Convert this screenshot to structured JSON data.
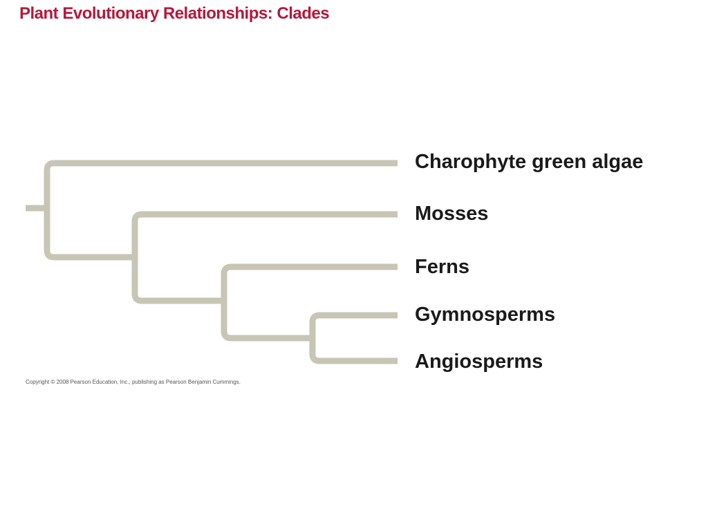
{
  "slide": {
    "title": "Plant Evolutionary Relationships: Clades",
    "copyright": "Copyright © 2008 Pearson Education, Inc., publishing as Pearson Benjamin Cummings."
  },
  "tree": {
    "branch_color": "#c7c5b4",
    "title_color": "#b5183a",
    "taxa": [
      {
        "id": "charophytes",
        "label": "Charophyte green algae"
      },
      {
        "id": "mosses",
        "label": "Mosses"
      },
      {
        "id": "ferns",
        "label": "Ferns"
      },
      {
        "id": "gymnosperms",
        "label": "Gymnosperms"
      },
      {
        "id": "angiosperms",
        "label": "Angiosperms"
      }
    ]
  }
}
